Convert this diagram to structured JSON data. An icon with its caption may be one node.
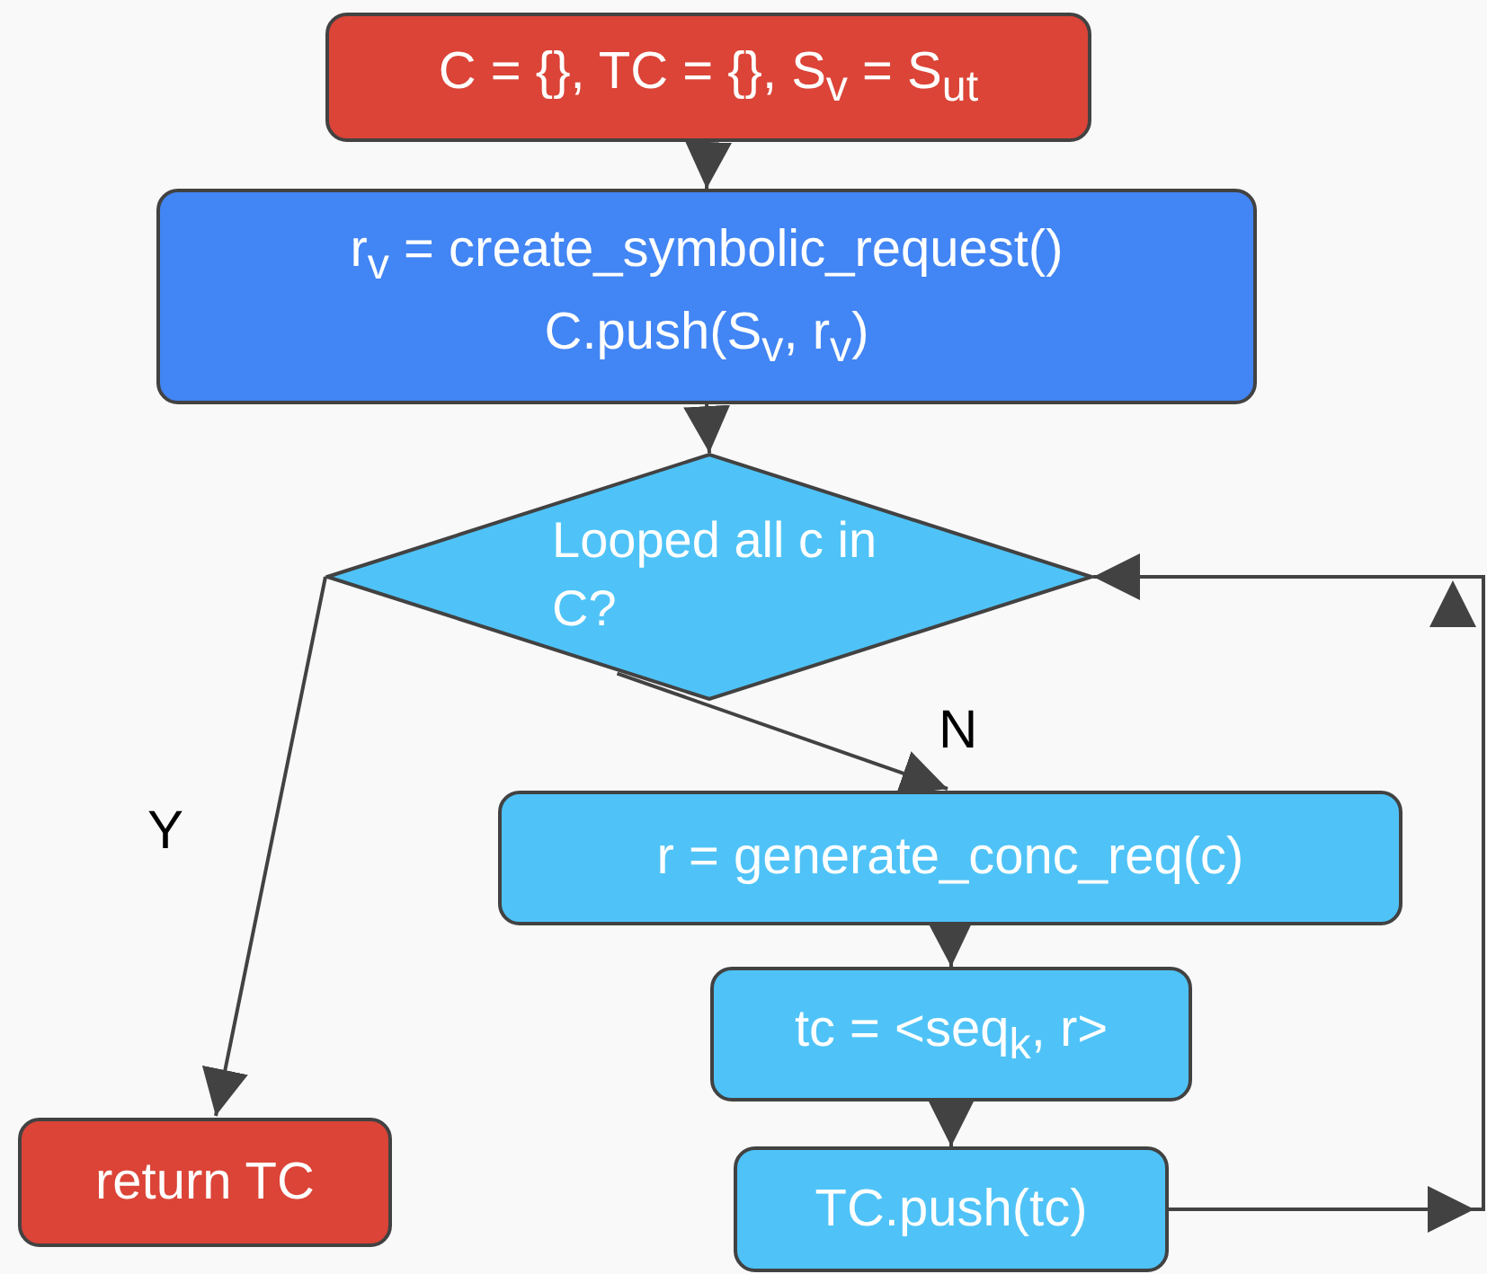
{
  "diagram": {
    "nodes": [
      {
        "text": [
          "C = {}, TC = {}, S$_{v}$ = S$_{ut}$"
        ]
      },
      {
        "text": [
          "r$_{v}$ = create_symbolic_request() C.push(S$_{v}$, r$_{v}$)"
        ]
      },
      {
        "text": [
          "Looped all c in C?"
        ]
      },
      {
        "text": [
          "r = generate_conc_req(c)"
        ]
      },
      {
        "text": [
          "tc = <seq$_{k}$, r>"
        ]
      },
      {
        "text": [
          "TC.push(tc)"
        ]
      },
      {
        "text": [
          "return TC"
        ]
      }
    ],
    "edges": [
      {
        "from": 0,
        "to": 1,
        "arrow": "to"
      },
      {
        "from": 1,
        "to": 2,
        "arrow": "to"
      },
      {
        "from": 2,
        "to": 3,
        "arrow": "to",
        "label": "N"
      },
      {
        "from": 3,
        "to": 4,
        "arrow": "to"
      },
      {
        "from": 4,
        "to": 5,
        "arrow": "to"
      },
      {
        "from": 5,
        "to": 2,
        "arrow": "to"
      },
      {
        "from": 2,
        "to": 6,
        "arrow": "to",
        "label": "Y"
      }
    ]
  }
}
